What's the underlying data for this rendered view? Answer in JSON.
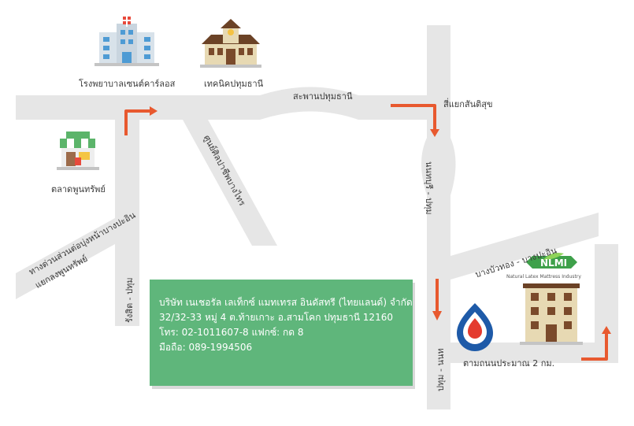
{
  "places": {
    "hospital": "โรงพยาบาลเซนต์คาร์ลอส",
    "tech_college": "เทคนิคปทุมธานี",
    "market": "ตลาดพูนทรัพย์",
    "bridge": "สะพานปทุมธานี",
    "intersection": "สี่แยกสันติสุข",
    "culture_center": "ศูนย์ศิลปาชีพบางไทร",
    "rangsit_pathum": "รังสิต - ปทุม",
    "expressway": "ทางด่วนส่วนต่อบุ่งหน้าบางปะอิน",
    "expressway_sub": "แยกลงพูนทรัพย์",
    "bangbuathong": "บางบัวทอง - บางปะอิน",
    "nonthaburi_pathum": "นนทบุรี - ปทุม",
    "pathum_nonthaburi": "ปทุม - นนท",
    "follow_road": "ตามถนนประมาณ 2 กม."
  },
  "logo": {
    "text": "NLMI",
    "caption": "Natural Latex Mattress Industry"
  },
  "company": {
    "name": "บริษัท เนเชอรัล เลเท็กซ์ แมทเทรส อินดัสทรี (ไทยแลนด์) จำกัด",
    "address": "32/32-33 หมู่ 4 ต.ท้ายเกาะ อ.สามโคก ปทุมธานี 12160",
    "phone": "โทร: 02-1011607-8 แฟกซ์: กด 8",
    "mobile": "มือถือ: 089-1994506"
  },
  "colors": {
    "road": "#e6e6e6",
    "arrow": "#e8592f",
    "info_box": "#5fb67b",
    "logo_green": "#3ea04a"
  }
}
